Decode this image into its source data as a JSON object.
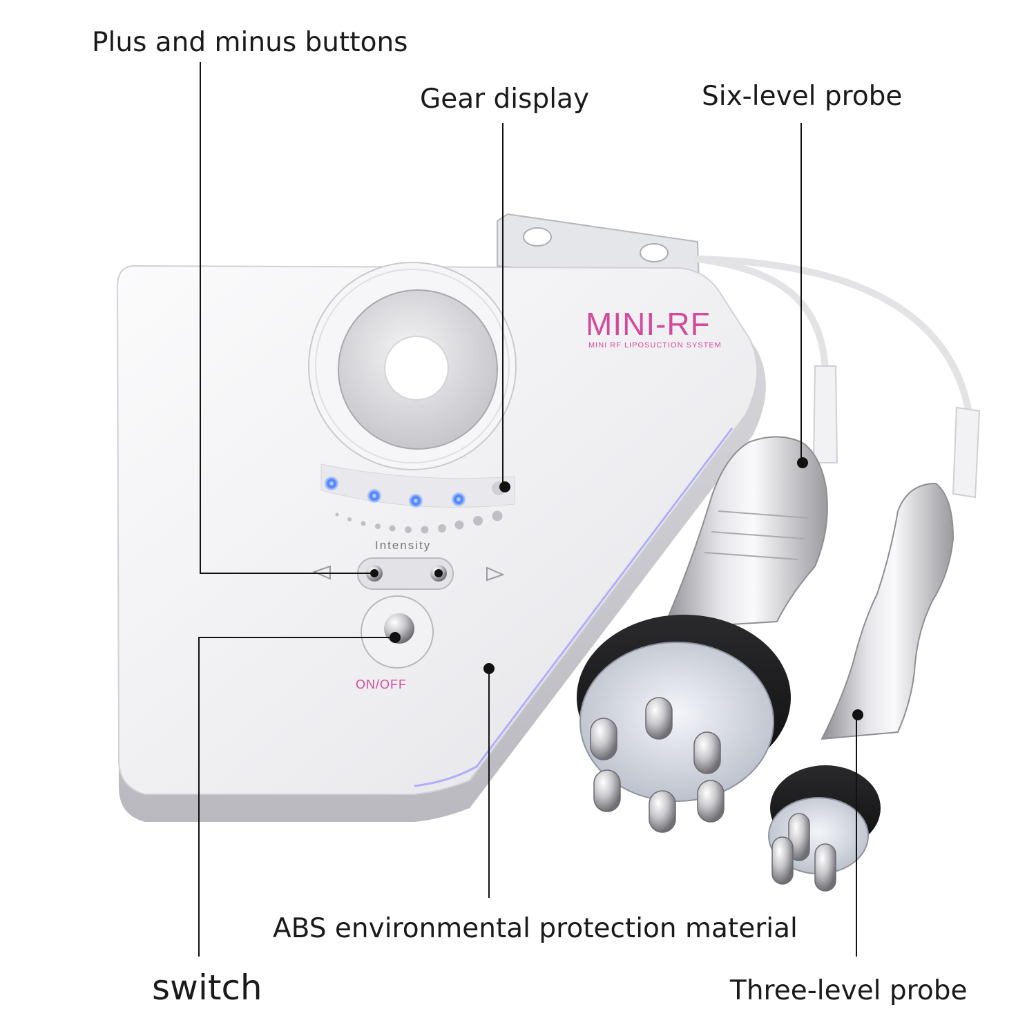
{
  "callouts": {
    "plus_minus": "Plus and minus buttons",
    "gear_display": "Gear display",
    "six_level": "Six-level probe",
    "abs": "ABS environmental protection material",
    "switch": "switch",
    "three_level": "Three-level probe"
  },
  "device": {
    "brand": "MINI-RF",
    "subtitle": "MINI RF LIPOSUCTION SYSTEM",
    "intensity_label": "Intensity",
    "power_label": "ON/OFF"
  },
  "colors": {
    "brand_pink": "#d44a9a",
    "led_blue": "#3f7bff",
    "leader_line": "#111111",
    "body_white": "#f1f1f3",
    "probe_silver": "#c9c9cc",
    "probe_black": "#1b1b1d"
  }
}
